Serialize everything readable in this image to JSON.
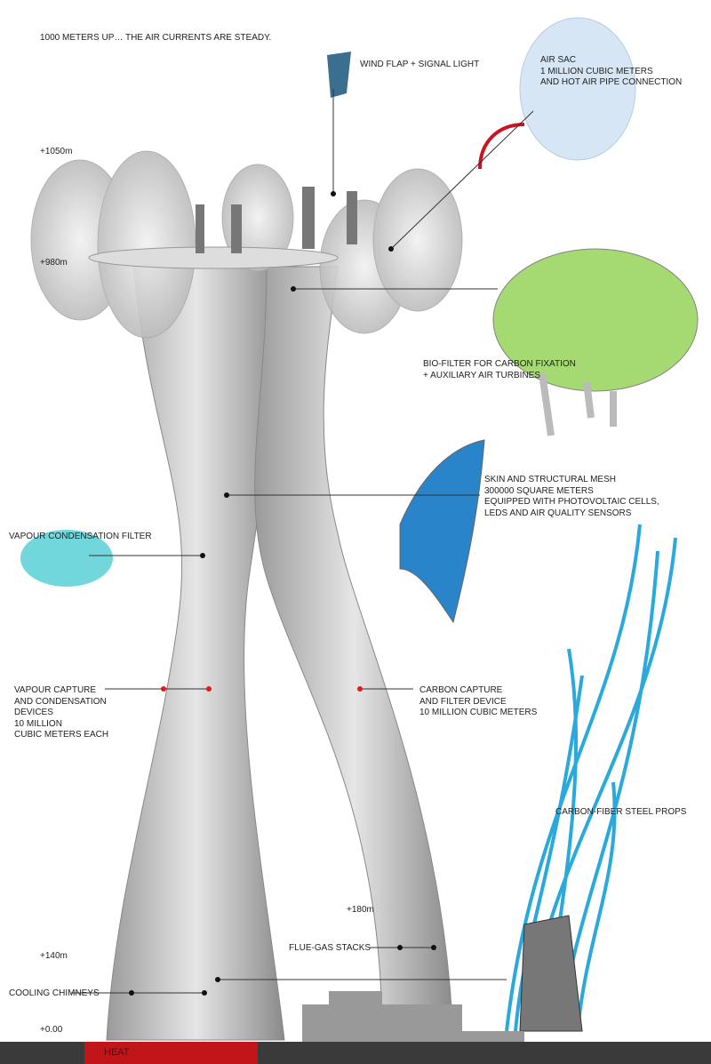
{
  "header": "1000 METERS UP… THE AIR CURRENTS ARE STEADY.",
  "levels": [
    "+1050m",
    "+980m",
    "+180m",
    "+140m",
    "+0.00"
  ],
  "labels": {
    "wind_flap": "WIND FLAP + SIGNAL LIGHT",
    "air_sac": "AIR SAC\n1 MILLION CUBIC METERS\nAND HOT AIR PIPE CONNECTION",
    "bio_filter": "BIO-FILTER FOR CARBON FIXATION\n+ AUXILIARY AIR TURBINES",
    "skin": "SKIN AND STRUCTURAL MESH\n300000 SQUARE METERS\nEQUIPPED WITH PHOTOVOLTAIC CELLS,\nLEDs AND AIR QUALITY SENSORS",
    "vapour_filter": "VAPOUR CONDENSATION FILTER",
    "vapour_capture": "VAPOUR CAPTURE\nAND CONDENSATION\nDEVICES\n10 MILLION\nCUBIC METERS EACH",
    "carbon_capture": "CARBON CAPTURE\nAND FILTER DEVICE\n10 MILLION CUBIC METERS",
    "props": "CARBON-FIBER STEEL PROPS",
    "flue": "FLUE-GAS STACKS",
    "cooling": "COOLING CHIMNEYS"
  },
  "ground_label": "HEAT",
  "colors": {
    "heat": "#c0161a",
    "ground": "#3a3a3a",
    "props": "#2aa9dc",
    "bio": "#8fd14f",
    "marker": "#e01b1b"
  }
}
